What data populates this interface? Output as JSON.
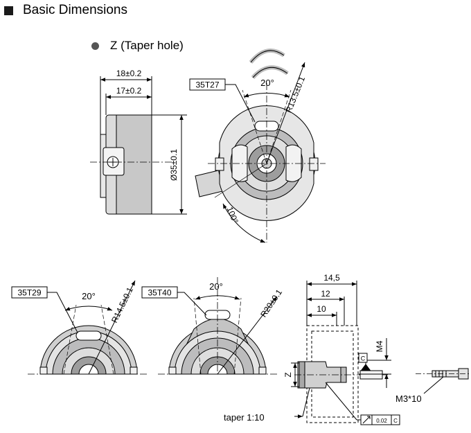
{
  "heading": "Basic Dimensions",
  "subheading": "Z (Taper hole)",
  "side_view": {
    "dim_overall": "18±0.2",
    "dim_body": "17±0.2",
    "dim_diameter": "Ø35±0.1"
  },
  "front_t27": {
    "tag": "35T27",
    "angle": "20°",
    "radius": "R13.5±0.1",
    "cable_angle": "100°"
  },
  "front_t29": {
    "tag": "35T29",
    "angle": "20°",
    "radius": "R14.5±0.1"
  },
  "front_t40": {
    "tag": "35T40",
    "angle": "20°",
    "radius": "R20±0.1"
  },
  "section": {
    "dim_14_5": "14,5",
    "dim_12": "12",
    "dim_10": "10",
    "dim_m4": "M4",
    "dim_z": "Z",
    "datum": "C",
    "runout": "0.02",
    "runout_datum": "C",
    "taper": "taper 1:10",
    "screw": "M3*10"
  }
}
